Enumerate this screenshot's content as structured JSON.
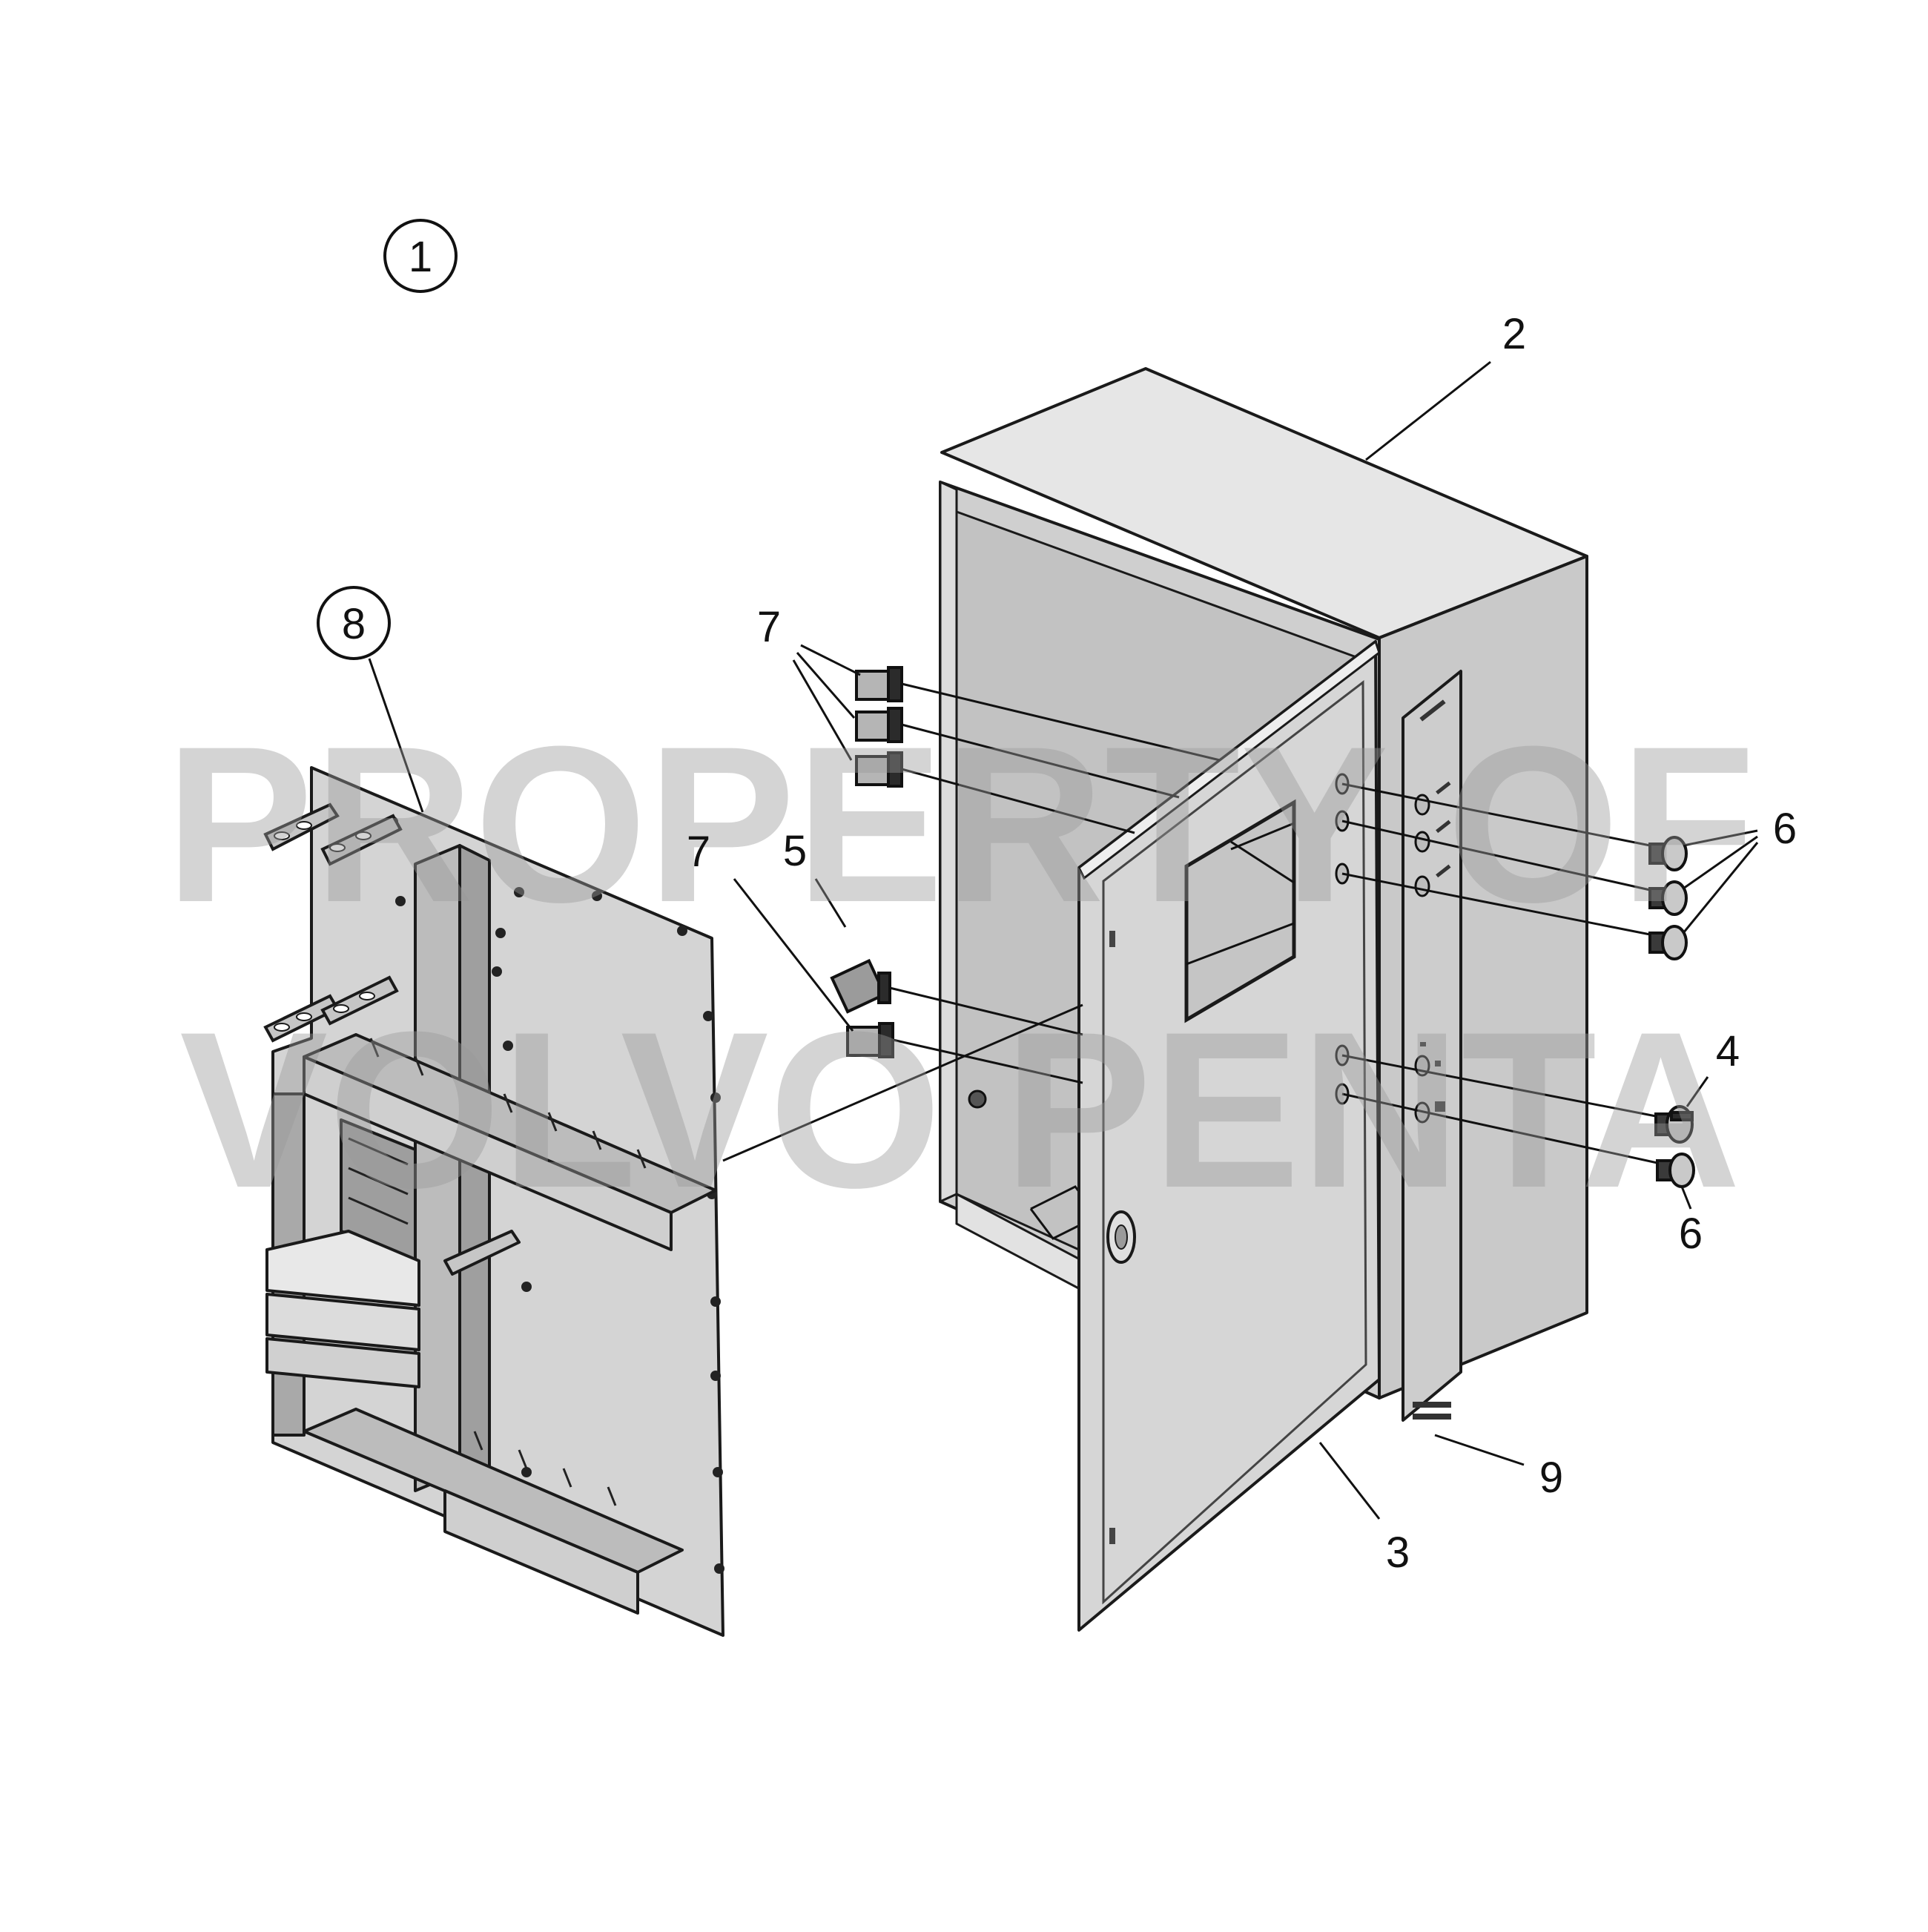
{
  "callouts": {
    "c1": "1",
    "c2": "2",
    "c3": "3",
    "c4": "4",
    "c5": "5",
    "c6a": "6",
    "c6b": "6",
    "c7a": "7",
    "c7b": "7",
    "c8": "8",
    "c9": "9"
  },
  "watermark": {
    "line1": "PROPERTY OF",
    "line2": "VOLVO PENTA"
  },
  "colors": {
    "panel": "#d4d4d4",
    "panel_dark": "#b9b9b9",
    "outline": "#1a1a1a"
  }
}
